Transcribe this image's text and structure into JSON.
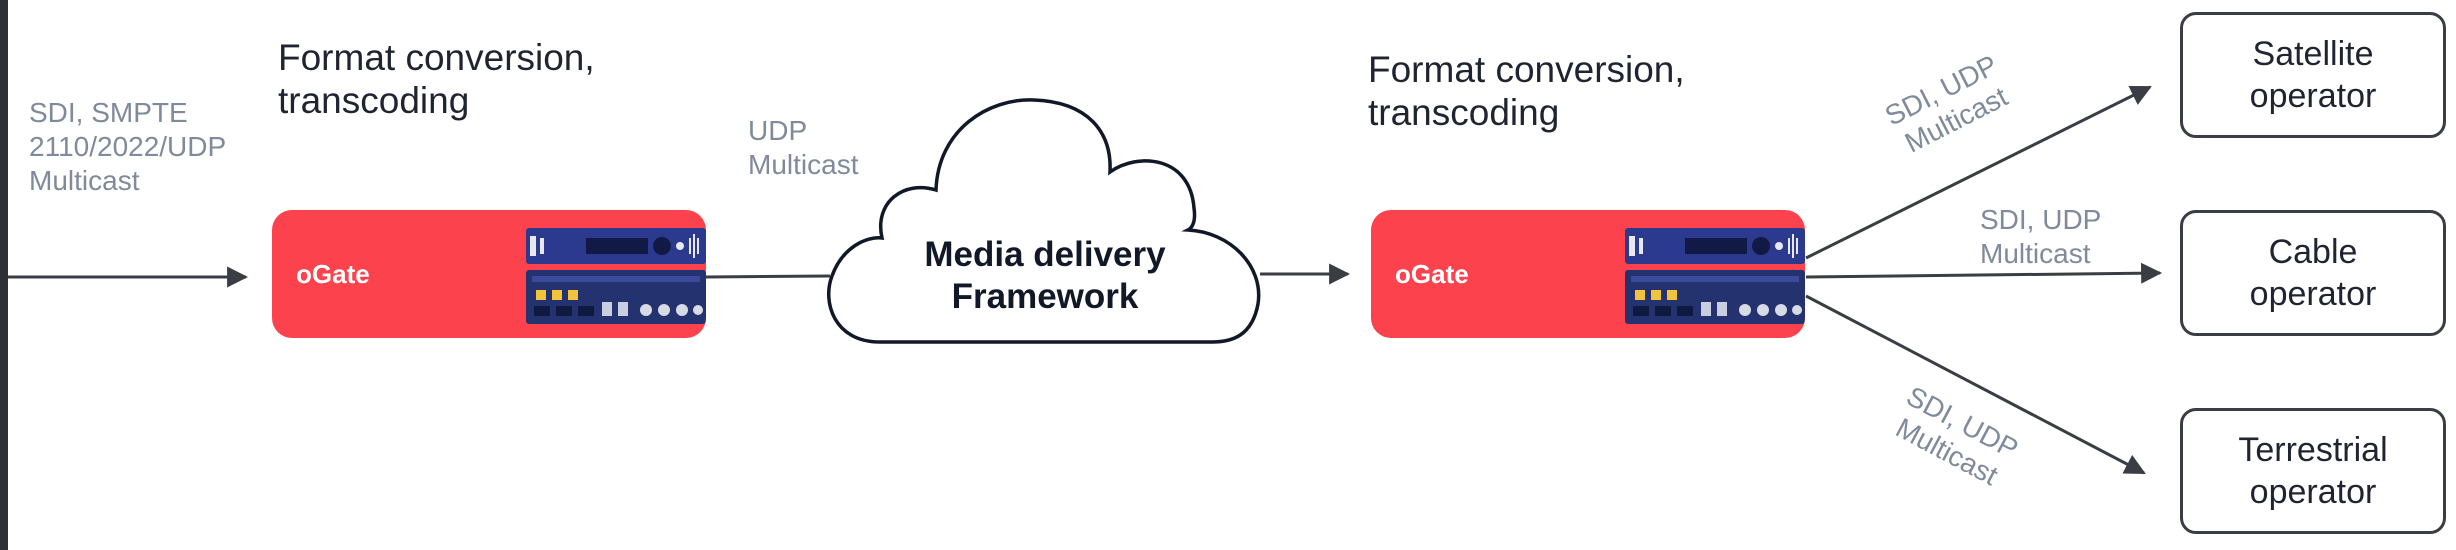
{
  "inputs": {
    "left_protocol": [
      "SDI, SMPTE",
      "2110/2022/UDP",
      "Multicast"
    ],
    "mid_protocol": [
      "UDP",
      "Multicast"
    ]
  },
  "captions": {
    "first": [
      "Format conversion,",
      "transcoding"
    ],
    "second": [
      "Format conversion,",
      "transcoding"
    ]
  },
  "ogate": {
    "first_label": "oGate",
    "second_label": "oGate"
  },
  "cloud": {
    "label": [
      "Media delivery",
      "Framework"
    ]
  },
  "outputs": {
    "satellite_protocol": [
      "SDI, UDP",
      "Multicast"
    ],
    "cable_protocol": [
      "SDI, UDP",
      "Multicast"
    ],
    "terrestrial_protocol": [
      "SDI, UDP",
      "Multicast"
    ]
  },
  "operators": {
    "satellite": [
      "Satellite",
      "operator"
    ],
    "cable": [
      "Cable",
      "operator"
    ],
    "terrestrial": [
      "Terrestrial",
      "operator"
    ]
  },
  "colors": {
    "ogate_red": "#fc424d",
    "device_blue": "#2b3a8f",
    "line": "#3a3d44",
    "protocol_gray": "#7f8a9a"
  }
}
